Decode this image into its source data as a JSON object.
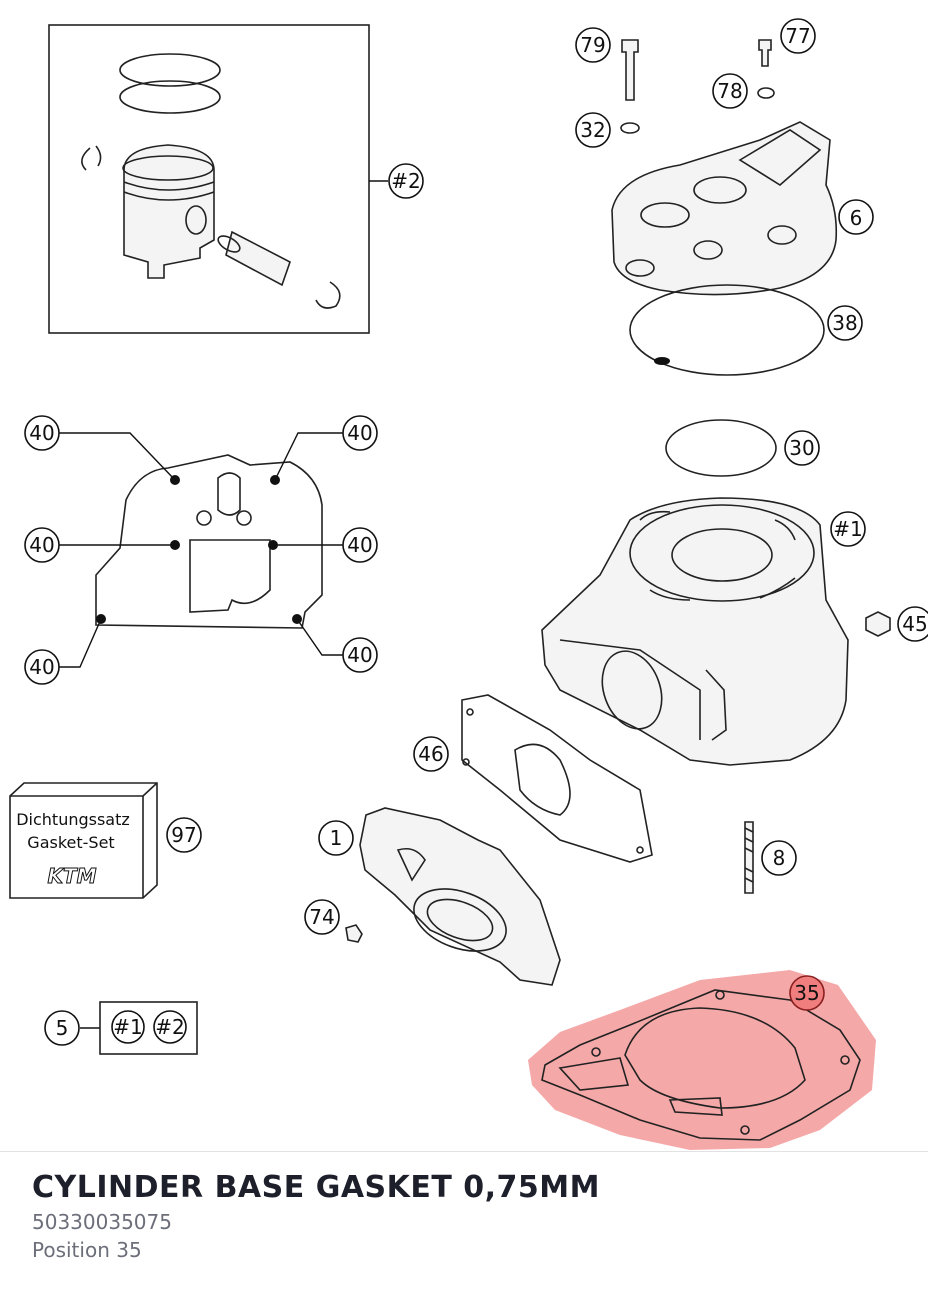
{
  "callouts": {
    "c2": "#2",
    "c79": "79",
    "c77": "77",
    "c78": "78",
    "c32": "32",
    "c6": "6",
    "c38": "38",
    "c30": "30",
    "c1hash": "#1",
    "c45": "45",
    "c40": "40",
    "c46": "46",
    "c97": "97",
    "c1": "1",
    "c8": "8",
    "c74": "74",
    "c5": "5",
    "c5a": "#1",
    "c5b": "#2",
    "c35": "35"
  },
  "gasket_box": {
    "line1": "Dichtungssatz",
    "line2": "Gasket-Set",
    "logo": "KTM"
  },
  "highlight_color": "#f28b8b",
  "selected_part": {
    "title": "CYLINDER BASE GASKET 0,75MM",
    "number": "50330035075",
    "position": "Position 35"
  }
}
